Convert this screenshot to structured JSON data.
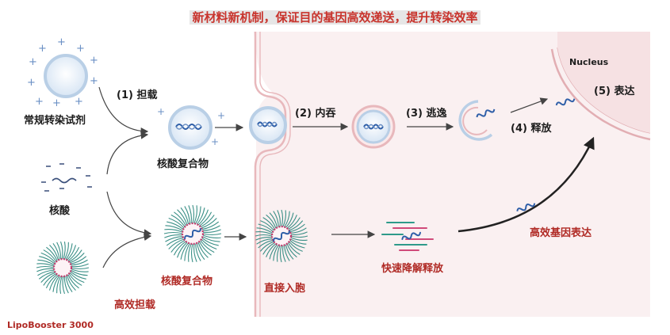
{
  "headline": "新材料新机制，保证目的基因高效递送，提升转染效率",
  "nucleus_label": "Nucleus",
  "steps": {
    "load": "(1) 担载",
    "endocytosis": "(2) 内吞",
    "escape": "(3) 逃逸",
    "release": "(4) 释放",
    "express": "(5) 表达"
  },
  "labels": {
    "conventional_reagent": "常规转染试剂",
    "nucleic_acid": "核酸",
    "complex_top": "核酸复合物",
    "complex_bottom": "核酸复合物",
    "efficient_loading": "高效担载",
    "direct_entry": "直接入胞",
    "fast_release": "快速降解释放",
    "efficient_expression": "高效基因表达",
    "product": "LipoBooster 3000"
  },
  "colors": {
    "accent_red": "#b02a25",
    "cell_fill": "#faf0f1",
    "membrane": "#e8b8bc",
    "vesicle": "#b9cfe6",
    "dna_blue": "#2f5fa8",
    "dna_red": "#c23a6c",
    "brush_teal": "#3a8f86"
  }
}
